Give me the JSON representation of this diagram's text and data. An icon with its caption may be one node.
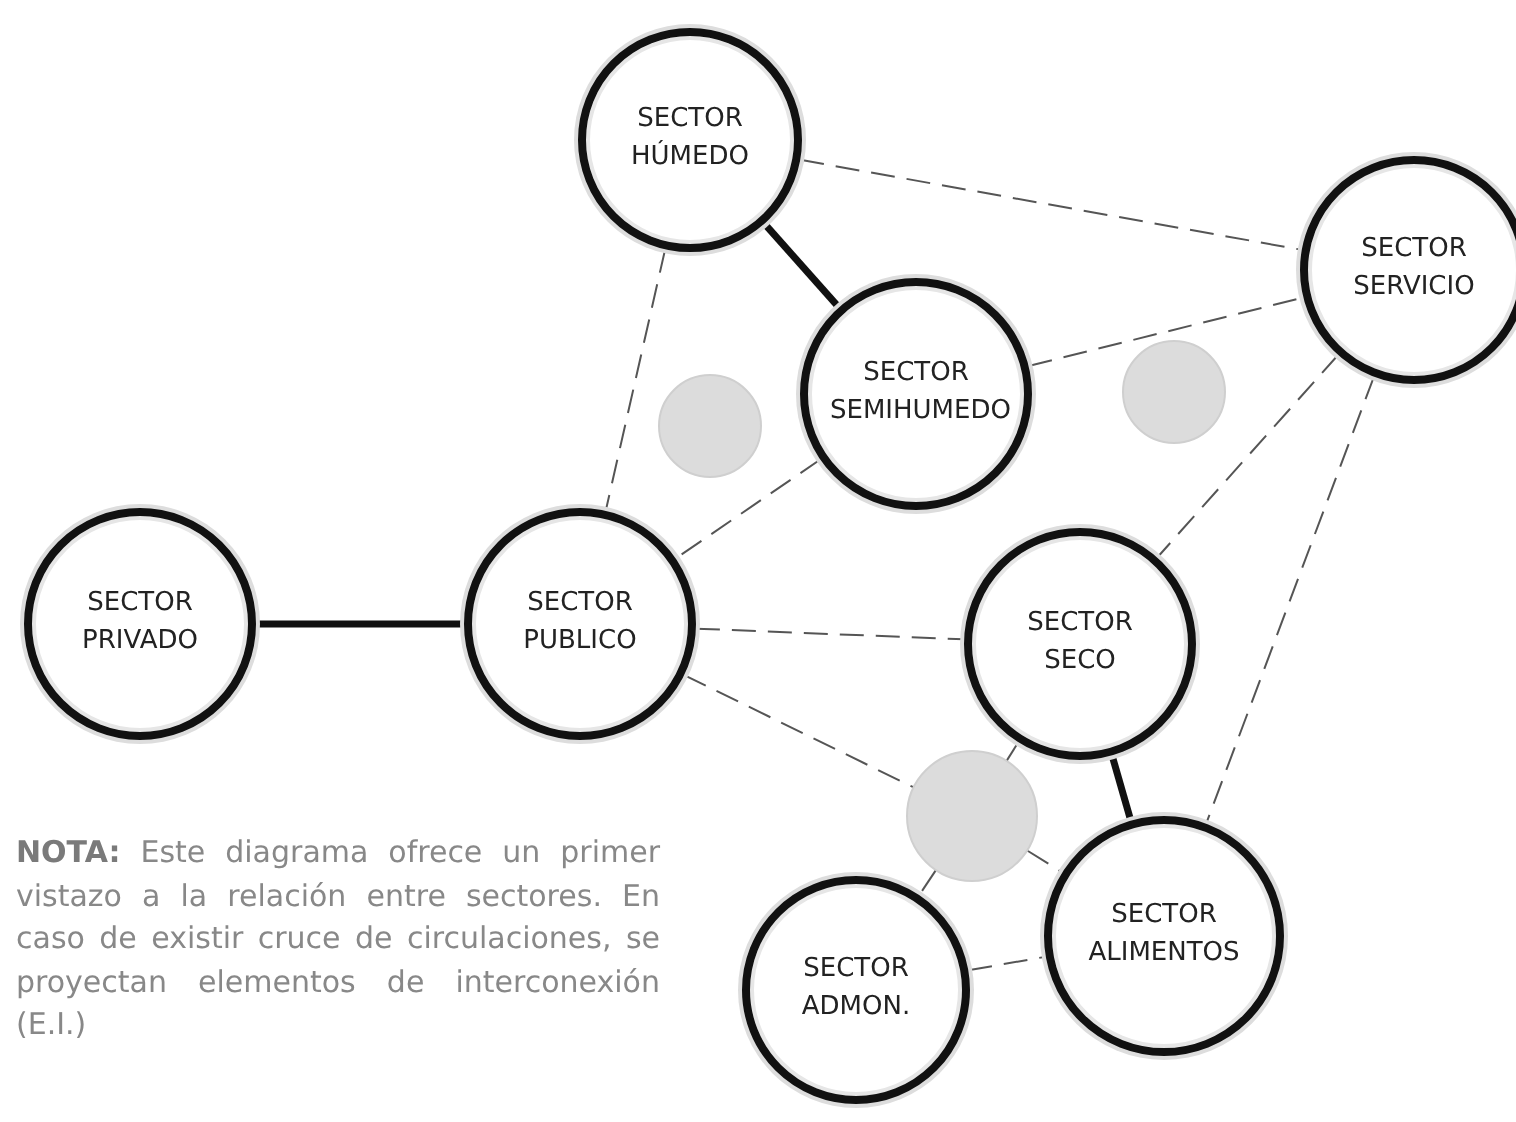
{
  "diagram": {
    "nodes": [
      {
        "text": [
          "SECTOR HÚMEDO"
        ]
      },
      {
        "text": [
          "SECTOR SERVICIO"
        ]
      },
      {
        "text": [
          "SECTOR SEMIHUMEDO"
        ]
      },
      {
        "text": [],
        "shape": "circle"
      },
      {
        "text": [],
        "shape": "circle"
      },
      {
        "text": [
          "SECTOR PRIVADO"
        ]
      },
      {
        "text": [
          "SECTOR PUBLICO"
        ]
      },
      {
        "text": [
          "SECTOR SECO"
        ]
      },
      {
        "text": [],
        "shape": "circle"
      },
      {
        "text": [
          "SECTOR ALIMENTOS"
        ]
      },
      {
        "text": [
          "SECTOR ADMON."
        ]
      }
    ],
    "edges": [
      {
        "from": 0,
        "to": 2,
        "arrow": "none",
        "style": "thick"
      },
      {
        "from": 0,
        "to": 1,
        "arrow": "none",
        "style": "dashed"
      },
      {
        "from": 0,
        "to": 6,
        "arrow": "none",
        "style": "dashed"
      },
      {
        "from": 2,
        "to": 1,
        "arrow": "none",
        "style": "dashed"
      },
      {
        "from": 2,
        "to": 6,
        "arrow": "none",
        "style": "dashed"
      },
      {
        "from": 5,
        "to": 6,
        "arrow": "none",
        "style": "thick"
      },
      {
        "from": 6,
        "to": 7,
        "arrow": "none",
        "style": "dashed"
      },
      {
        "from": 6,
        "to": 8,
        "arrow": "none",
        "style": "dashed"
      },
      {
        "from": 8,
        "to": 9,
        "arrow": "none",
        "style": "dashed"
      },
      {
        "from": 1,
        "to": 7,
        "arrow": "none",
        "style": "dashed"
      },
      {
        "from": 1,
        "to": 9,
        "arrow": "none",
        "style": "dashed"
      },
      {
        "from": 7,
        "to": 9,
        "arrow": "none",
        "style": "thick"
      },
      {
        "from": 7,
        "to": 8,
        "arrow": "none",
        "style": "dashed"
      },
      {
        "from": 8,
        "to": 10,
        "arrow": "none",
        "style": "dashed"
      },
      {
        "from": 10,
        "to": 9,
        "arrow": "none",
        "style": "dashed"
      }
    ],
    "labels": [
      "**NOTA:** Este diagrama ofrece un primer vistazo a la relación entre sectores. En caso de existir cruce de circulaciones, se proyectan elementos de interconexión (E.I.)"
    ]
  }
}
